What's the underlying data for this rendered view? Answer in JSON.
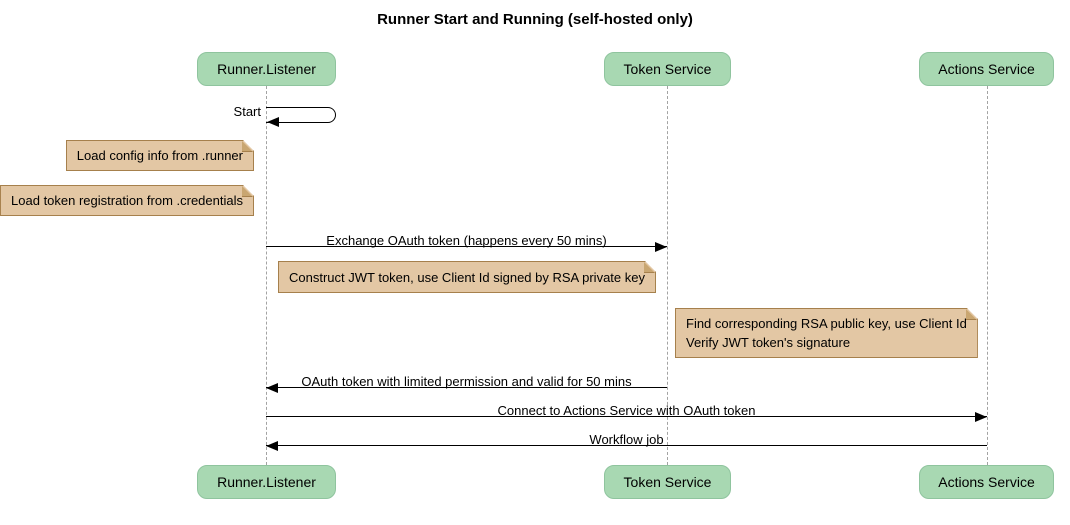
{
  "title": "Runner Start and Running (self-hosted only)",
  "participants": [
    {
      "name": "Runner.Listener"
    },
    {
      "name": "Token Service"
    },
    {
      "name": "Actions Service"
    }
  ],
  "self_message": {
    "label": "Start",
    "from": "Runner.Listener",
    "to": "Runner.Listener"
  },
  "notes": [
    {
      "text": "Load config info from .runner",
      "anchor": "Runner.Listener"
    },
    {
      "text": "Load token registration from .credentials",
      "anchor": "Runner.Listener"
    },
    {
      "text": "Construct JWT token, use Client Id signed by RSA private key",
      "anchor": "Runner.Listener"
    },
    {
      "lines": [
        "Find corresponding RSA public key, use Client Id",
        "Verify JWT token's signature"
      ],
      "anchor": "Actions Service"
    }
  ],
  "messages": [
    {
      "label": "Exchange OAuth token (happens every 50 mins)",
      "from": "Runner.Listener",
      "to": "Token Service",
      "direction": "right"
    },
    {
      "label": "OAuth token with limited permission and valid for 50 mins",
      "from": "Token Service",
      "to": "Runner.Listener",
      "direction": "left"
    },
    {
      "label": "Connect to Actions Service with OAuth token",
      "from": "Runner.Listener",
      "to": "Actions Service",
      "direction": "right"
    },
    {
      "label": "Workflow job",
      "from": "Actions Service",
      "to": "Runner.Listener",
      "direction": "left"
    }
  ],
  "colors": {
    "participant_fill": "#a8d8b2",
    "participant_border": "#8fc49e",
    "note_fill": "#e3c7a4",
    "note_border": "#a6804c",
    "note_fold": "#c9a671",
    "lifeline": "#a3a3a3",
    "line": "#000000",
    "text": "#000000",
    "background": "#ffffff"
  }
}
